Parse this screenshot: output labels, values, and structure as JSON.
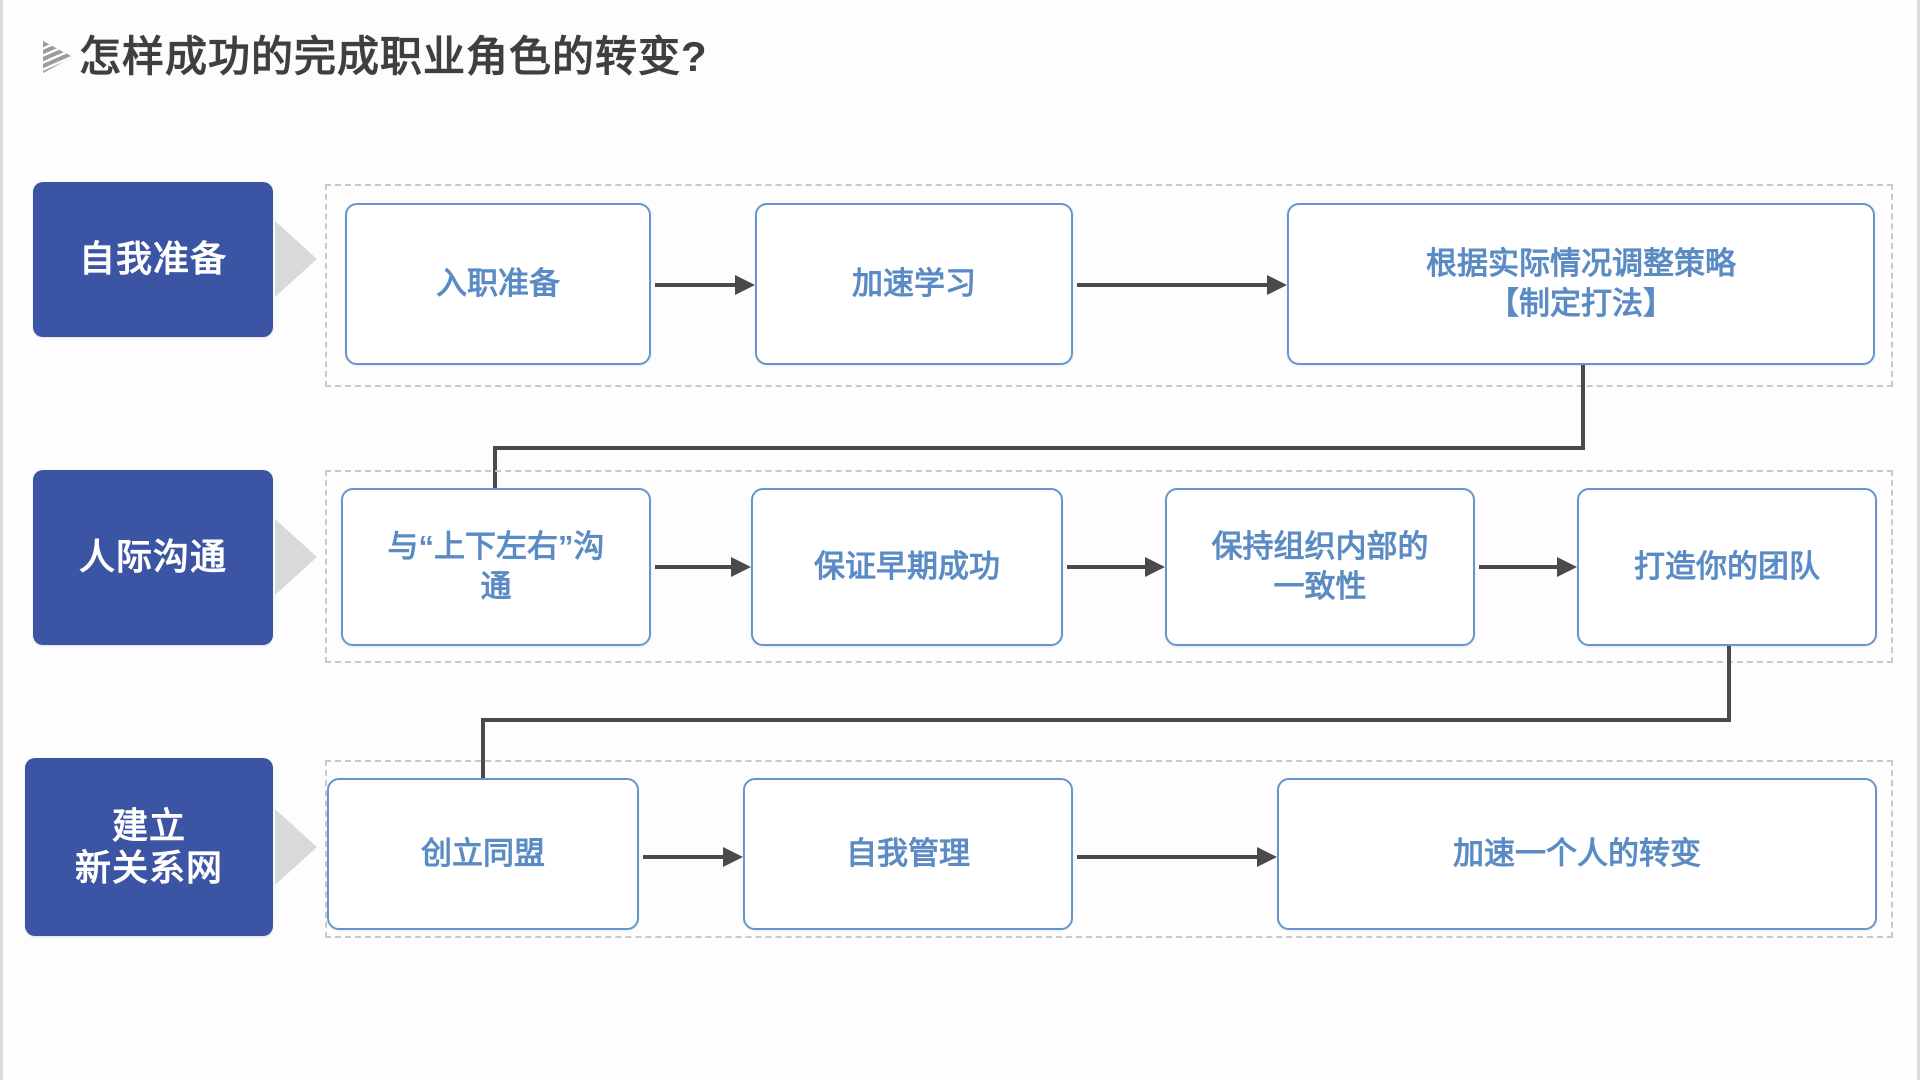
{
  "slide": {
    "background_color": "#fdfdfd",
    "title": "怎样成功的完成职业角色的转变?",
    "title_color": "#3f3f3f",
    "bullet_icon": "striped-play-triangle-icon"
  },
  "theme": {
    "label_fill": "#3b55a4",
    "label_text_color": "#ffffff",
    "node_border_color": "#6596cb",
    "node_text_color": "#5b8bc4",
    "node_fill": "#ffffff",
    "chevron_color": "#d9d9d9",
    "dashed_border_color": "#c9c9c9",
    "arrow_color": "#4a4a4a"
  },
  "rows": [
    {
      "id": "self-preparation",
      "label": "自我准备",
      "label_lines": [
        "自我准备"
      ],
      "nodes": [
        {
          "id": "onboarding-prep",
          "lines": [
            "入职准备"
          ]
        },
        {
          "id": "accelerate-learning",
          "lines": [
            "加速学习"
          ]
        },
        {
          "id": "adjust-strategy",
          "lines": [
            "根据实际情况调整策略",
            "【制定打法】"
          ]
        }
      ],
      "arrows": [
        "onboarding-prep→accelerate-learning",
        "accelerate-learning→adjust-strategy"
      ]
    },
    {
      "id": "interpersonal-communication",
      "label": "人际沟通",
      "label_lines": [
        "人际沟通"
      ],
      "nodes": [
        {
          "id": "communicate-all-directions",
          "lines": [
            "与“上下左右”沟",
            "通"
          ]
        },
        {
          "id": "ensure-early-wins",
          "lines": [
            "保证早期成功"
          ]
        },
        {
          "id": "maintain-internal-alignment",
          "lines": [
            "保持组织内部的",
            "一致性"
          ]
        },
        {
          "id": "build-your-team",
          "lines": [
            "打造你的团队"
          ]
        }
      ],
      "arrows": [
        "communicate-all-directions→ensure-early-wins",
        "ensure-early-wins→maintain-internal-alignment",
        "maintain-internal-alignment→build-your-team"
      ]
    },
    {
      "id": "build-new-network",
      "label": "建立新关系网",
      "label_lines": [
        "建立",
        "新关系网"
      ],
      "nodes": [
        {
          "id": "create-alliance",
          "lines": [
            "创立同盟"
          ]
        },
        {
          "id": "self-management",
          "lines": [
            "自我管理"
          ]
        },
        {
          "id": "accelerate-personal-transition",
          "lines": [
            "加速一个人的转变"
          ]
        }
      ],
      "arrows": [
        "create-alliance→self-management",
        "self-management→accelerate-personal-transition"
      ]
    }
  ],
  "row_connectors": [
    {
      "id": "row1-to-row2",
      "from": "adjust-strategy",
      "to": "communicate-all-directions",
      "shape": "down-left-down"
    },
    {
      "id": "row2-to-row3",
      "from": "build-your-team",
      "to": "create-alliance",
      "shape": "down-left-down"
    }
  ]
}
